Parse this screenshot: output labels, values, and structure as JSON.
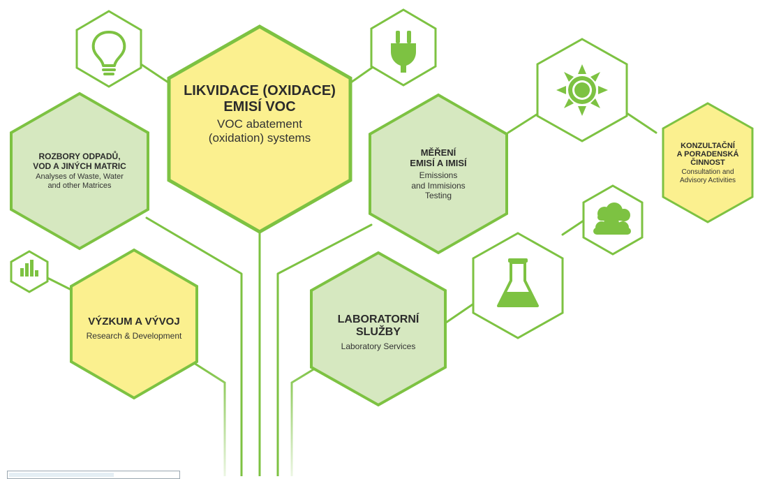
{
  "colors": {
    "green": "#7dc242",
    "yellow_fill": "#fbf08f",
    "green_fill": "#d6e8c0",
    "icon": "#7dc242"
  },
  "nodes": {
    "voc": {
      "title_1": "LIKVIDACE (OXIDACE)",
      "title_2": "EMISÍ VOC",
      "sub_1": "VOC abatement",
      "sub_2": "(oxidation) systems"
    },
    "analyses": {
      "title_1": "ROZBORY ODPADŮ,",
      "title_2": "VOD A JINÝCH MATRIC",
      "sub_1": "Analyses of Waste, Water",
      "sub_2": "and other Matrices"
    },
    "measurement": {
      "title_1": "MĚŘENÍ",
      "title_2": "EMISÍ A IMISÍ",
      "sub_1": "Emissions",
      "sub_2": "and Immisions",
      "sub_3": "Testing"
    },
    "consulting": {
      "title_1": "KONZULTAČNÍ",
      "title_2": "A PORADENSKÁ",
      "title_3": "ČINNOST",
      "sub_1": "Consultation and",
      "sub_2": "Advisory Activities"
    },
    "research": {
      "title_1": "VÝZKUM A VÝVOJ",
      "sub_1": "Research & Development"
    },
    "laboratory": {
      "title_1": "LABORATORNÍ",
      "title_2": "SLUŽBY",
      "sub_1": "Laboratory Services"
    }
  },
  "icons": [
    "lightbulb-icon",
    "plug-icon",
    "sun-icon",
    "cloud-icon",
    "flask-icon",
    "bar-chart-icon"
  ]
}
